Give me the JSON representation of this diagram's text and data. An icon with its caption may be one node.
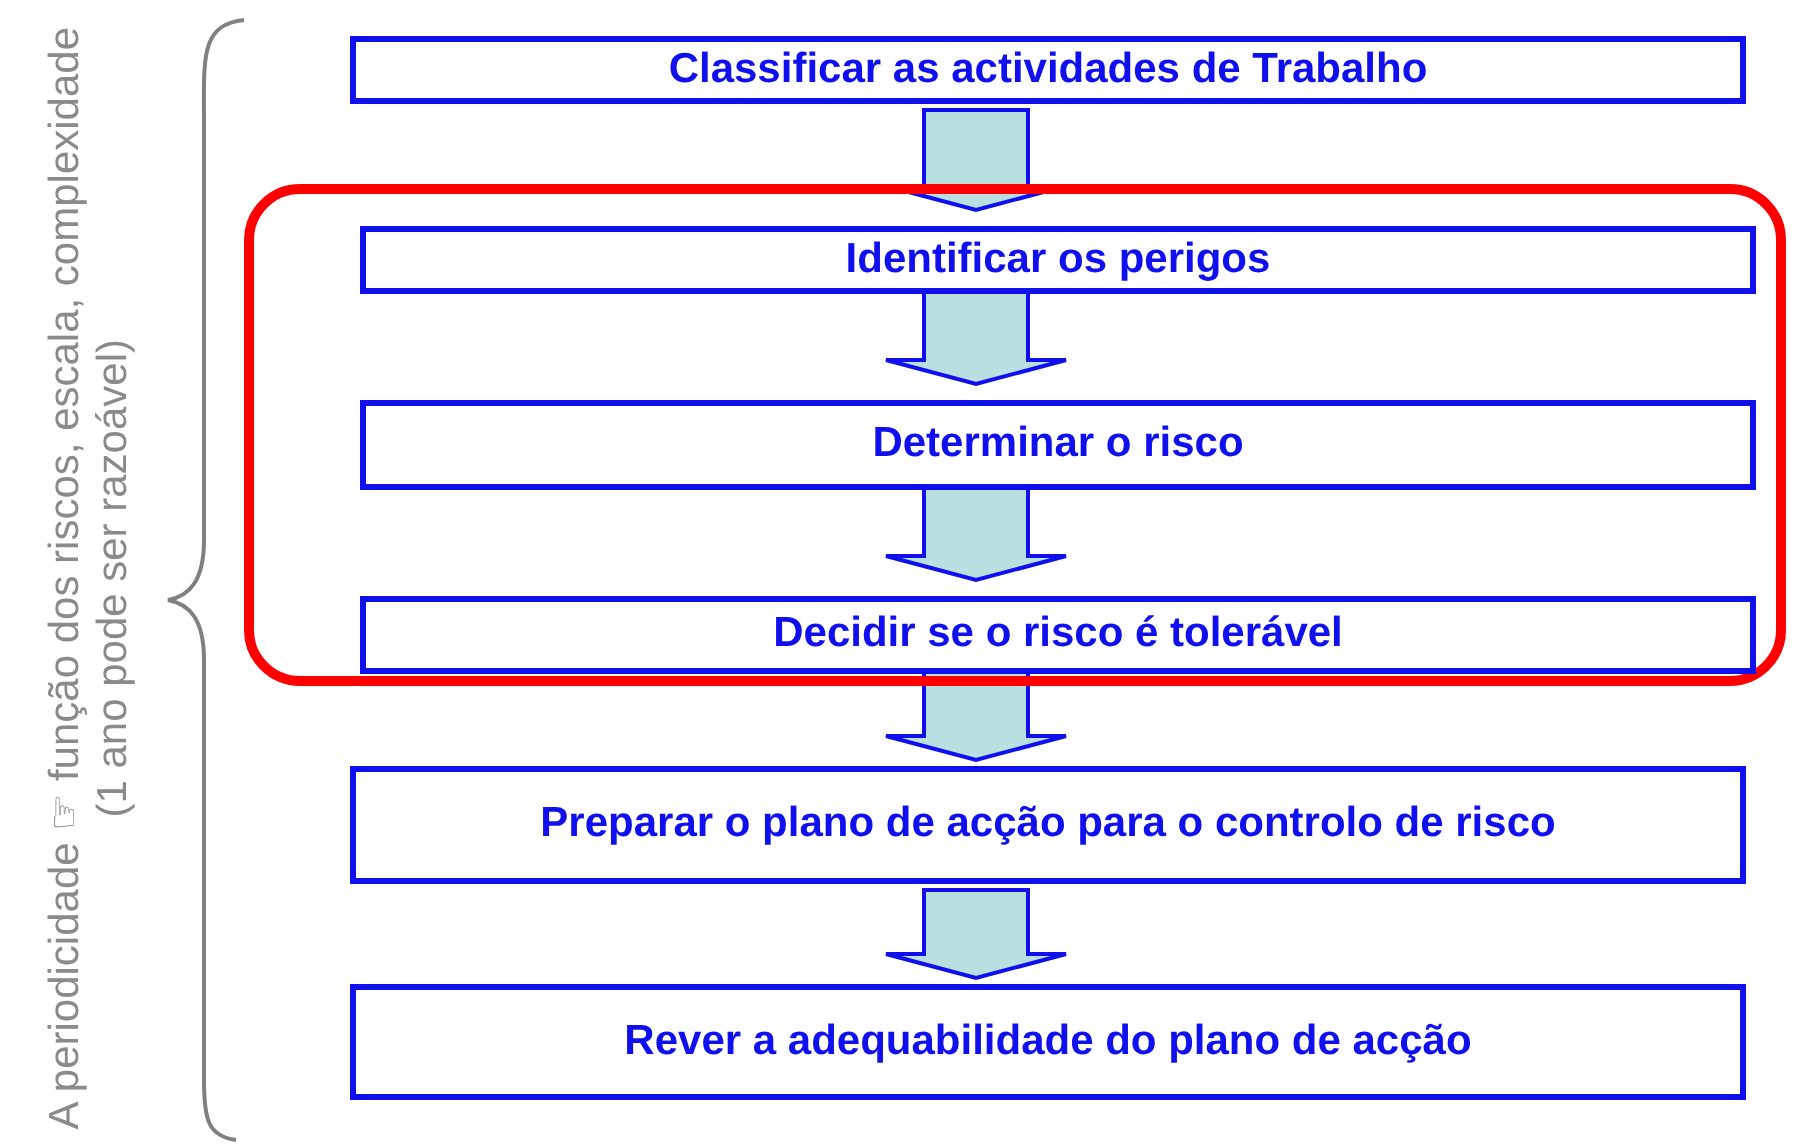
{
  "diagram": {
    "nodes": [
      {
        "text": [
          "Classificar as actividades de Trabalho"
        ]
      },
      {
        "text": [],
        "shape": "box"
      },
      {
        "text": [
          "Identificar os perigos"
        ],
        "in": 1
      },
      {
        "text": [
          "Determinar o risco"
        ],
        "in": 1
      },
      {
        "text": [
          "Decidir se o risco é tolerável"
        ],
        "in": 1
      },
      {
        "text": [
          "Preparar o plano de acção para o controlo de risco"
        ]
      },
      {
        "text": [
          "Rever a adequabilidade do plano de acção"
        ]
      }
    ],
    "edges": [
      {
        "from": 0,
        "to": 2,
        "arrow": "to"
      },
      {
        "from": 2,
        "to": 3,
        "arrow": "to"
      },
      {
        "from": 3,
        "to": 4,
        "arrow": "to"
      },
      {
        "from": 4,
        "to": 5,
        "arrow": "to"
      },
      {
        "from": 5,
        "to": 6,
        "arrow": "to"
      }
    ],
    "labels": [
      "A periodicidade ☞ função dos riscos, escala, complexidade (1 ano pode ser razoável)"
    ]
  }
}
